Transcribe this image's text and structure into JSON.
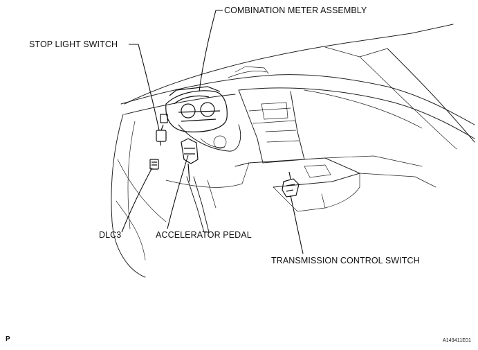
{
  "labels": {
    "combination_meter": "COMBINATION METER ASSEMBLY",
    "stop_light_switch": "STOP LIGHT SWITCH",
    "dlc3": "DLC3",
    "accelerator_pedal": "ACCELERATOR PEDAL",
    "transmission_control_switch": "TRANSMISSION CONTROL SWITCH"
  },
  "footer": {
    "page_mark": "P",
    "figure_id": "A149411E01"
  }
}
